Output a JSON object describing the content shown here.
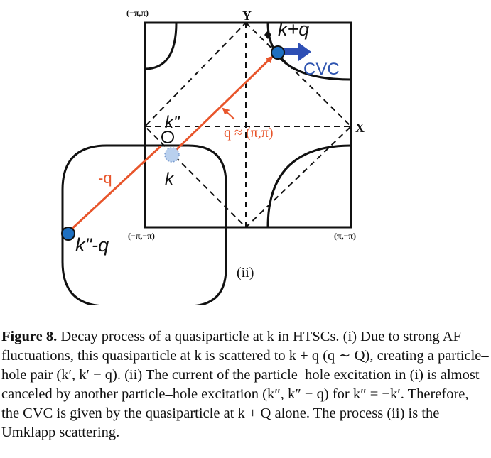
{
  "figure": {
    "corner_top_left": "(−π,π)",
    "axis_y": "Y",
    "axis_x": "X",
    "label_kq": "k+q",
    "label_cvc": "CVC",
    "label_kpp": "k\"",
    "label_k": "k",
    "label_q": "q ≈ (π,π)",
    "label_minus_q": "-q",
    "label_kpp_minus_q": "k\"-q",
    "corner_bottom_left": "(−π,−π)",
    "corner_bottom_right": "(π,−π)",
    "panel_label": "(ii)",
    "colors": {
      "arrow": "#e8552b",
      "dot_blue": "#1e6fc0",
      "cvc_arrow": "#2e4fb5",
      "cvc_text": "#2f55b0",
      "k_dot": "#b9d0ee",
      "stroke": "#111111"
    }
  },
  "caption": {
    "label": "Figure 8.",
    "text": " Decay process of a quasiparticle at k in HTSCs. (i) Due to strong AF fluctuations, this quasiparticle at k is scattered to k + q (q ∼ Q), creating a particle–hole pair (k′, k′ − q). (ii) The current of the particle–hole excitation in (i) is almost canceled by another particle–hole excitation (k″, k″ − q) for k″ = −k′. Therefore, the CVC is given by the quasiparticle at k + Q alone. The process (ii) is the Umklapp scattering."
  }
}
